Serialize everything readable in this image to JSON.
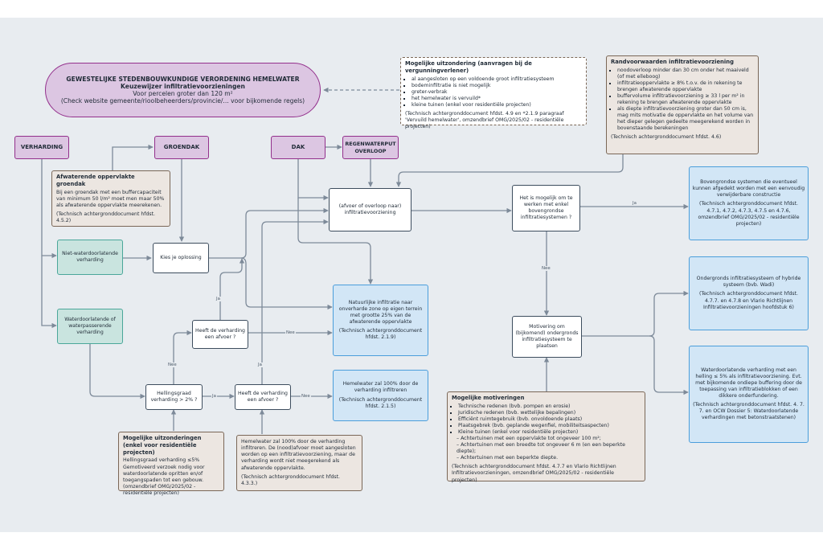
{
  "title": {
    "line1": "GEWESTELIJKE STEDENBOUWKUNDIGE VERORDENING HEMELWATER",
    "line2": "Keuzewijzer infiltratievoorzieningen",
    "line3": "Voor percelen groter dan 120 m²",
    "line4": "(Check website gemeente/rioolbeheerders/provincie/... voor bijkomende regels)"
  },
  "exceptions": {
    "title": "Mogelijke uitzondering (aanvragen bij de vergunningverlener)",
    "items": [
      "al aangesloten op een voldoende groot infiltratiesysteem",
      "bodeminfiltratie is niet mogelijk",
      "greter-verbrak",
      "het hemelwater is vervuild*",
      "kleine tuinen (enkel voor residentiële projecten)"
    ],
    "ref": "(Technisch achtergronddocument hfdst. 4.9 en *2.1.9 paragraaf 'Vervuild hemelwater', omzendbrief OMG/2025/02 - residentiële projecten)"
  },
  "conditions": {
    "title": "Randvoorwaarden infiltratievoorziening",
    "items": [
      "noodoverloop minder dan 30 cm onder het maaiveld (of met elleboog)",
      "infiltratieoppervlakte ≥ 8% t.o.v. de in rekening te brengen afwaterende oppervlakte",
      "buffervolume infiltratievoorziening ≥ 33 l per m² in rekening te brengen afwaterende oppervlakte",
      "als diepte infiltratievoorziening groter dan 50 cm is, mag mits motivatie de oppervlakte en het volume van het dieper gelegen gedeelte meegerekend worden in bovenstaande berekeningen"
    ],
    "ref": "(Technisch achtergronddocument hfdst. 4.6)"
  },
  "sources": {
    "verharding": "VERHARDING",
    "groendak": "GROENDAK",
    "dak": "DAK",
    "regenwaterput": "REGENWATERPUT OVERLOOP"
  },
  "green_roof": {
    "title": "Afwaterende oppervlakte groendak",
    "text": "Bij een groendak met een buffercapaciteit van minimum 50 l/m² moet men maar 50% als afwaterende oppervlakte meerekenen.",
    "ref": "(Technisch achtergronddocument hfdst. 4.5.2)"
  },
  "nodes": {
    "non_permeable": "Niet-waterdoorlatende verharding",
    "permeable": "Waterdoorlatende of waterpasserende verharding",
    "choose": "Kies je oplossing",
    "infil": "(afvoer of overloop naar) infiltratievoorziening",
    "surface_q": "Het is mogelijk om te werken met enkel bovengrondse infiltratiesystemen ?",
    "motivation": "Motivering om (bijkomend) ondergronds infiltratiesysteem te plaatsen",
    "drain_q1": "Heeft de verharding een afvoer ?",
    "slope": "Hellingsgraad verharding > 2% ?",
    "drain_q2": "Heeft de verharding een afvoer ?"
  },
  "results": {
    "natural": {
      "text": "Natuurlijke infiltratie naar onverharde zone op eigen terrein met grootte 25% van de afwaterende oppervlakte",
      "ref": "(Technisch achtergronddocument hfdst. 2.1.9)"
    },
    "full": {
      "text": "Hemelwater zal 100% door de verharding infiltreren",
      "ref": "(Technisch achtergronddocument hfdst. 2.1.5)"
    },
    "above": {
      "text": "Bovengrondse systemen die eventueel kunnen afgedekt worden met een eenvoudig verwijderbare constructie",
      "ref": "(Technisch achtergronddocument hfdst. 4.7.1, 4.7.2, 4.7.3, 4.7.5 en 4.7.6, omzendbrief OMG/2025/02 - residentiële projecten)"
    },
    "under": {
      "text": "Ondergronds infiltratiesysteem of hybride systeem (bvb. Wadi)",
      "ref": "(Technisch achtergronddocument hfdst. 4.7.7. en 4.7.8 en Vlario Richtlijnen Infiltratievoorzieningen hoofdstuk 6)"
    },
    "permeable_slope": {
      "text": "Waterdoorlatende verharding met een helling ≤ 5% als infiltratievoorziening. Evt. met bijkomende ondiepe buffering door de toepassing van infiltratieblokken of een dikkere onderfundering.",
      "ref": "(Technisch achtergronddocument hfdst. 4. 7. 7. en OCW Dossier 5: Waterdoorlatende verhardingen met betonstraatstenen)"
    }
  },
  "motivations": {
    "title": "Mogelijke motiveringen",
    "items": [
      "Technische redenen (bvb. pompen en erosie)",
      "Juridische redenen (bvb. wettelijke bepalingen)",
      "Efficiënt ruimtegebruik (bvb. onvoldoende plaats)",
      "Plaatsgebrek (bvb. geplande wegenfiel, mobiliteitsaspecten)",
      "Kleine tuinen (enkel voor residentiële projecten)"
    ],
    "sub_items": [
      "Achtertuinen met een oppervlakte tot ongeveer 100 m²;",
      "Achtertuinen met een breedte tot ongeveer 6 m (en een beperkte diepte);",
      "Achtertuinen met een beperkte diepte."
    ],
    "ref": "(Technisch achtergronddocument hfdst. 4.7.7 en Vlario Richtlijnen Infiltratievoorzieningen, omzendbrief OMG/2025/02 - residentiële projecten)"
  },
  "slope_exceptions": {
    "title": "Mogelijke uitzonderingen (enkel voor residentiële projecten)",
    "text": "Hellingsgraad verharding ≤5% Gemotiveerd verzoek nodig voor waterdoorlatende opritten en/of toegangspaden tot een gebouw. (omzendbrief OMG/2025/02 - residentiële projecten)"
  },
  "full_infil_note": {
    "text": "Hemelwater zal 100% door de verharding infiltreren. De (nood)afvoer moet aangesloten worden op een infiltratievoorziening, maar de verharding wordt niet meegerekend als afwaterende oppervlakte.",
    "ref": "(Technisch achtergronddocument hfdst. 4.3.3.)"
  },
  "edge_labels": {
    "ja": "Ja",
    "nee": "Nee"
  }
}
